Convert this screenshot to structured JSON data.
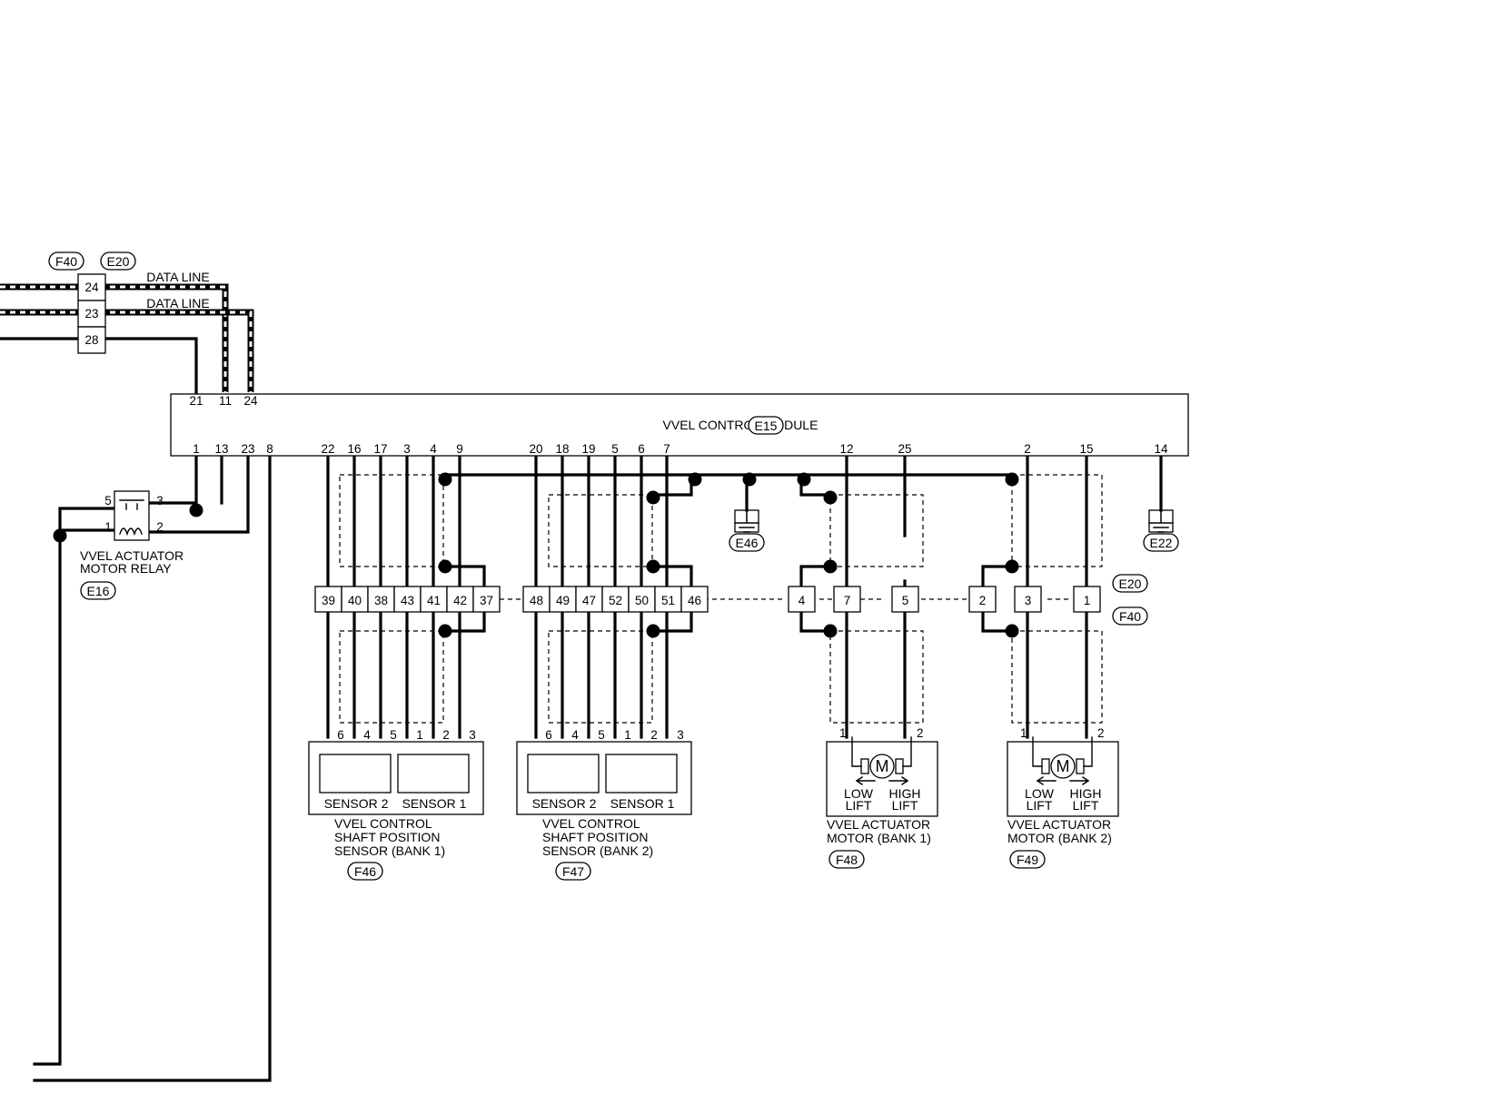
{
  "control_module": {
    "name": "VVEL CONTROL MODULE",
    "connector": "E15",
    "top_pins": [
      "21",
      "11",
      "24"
    ],
    "bottom_pins": [
      "1",
      "13",
      "23",
      "8",
      "22",
      "16",
      "17",
      "3",
      "4",
      "9",
      "20",
      "18",
      "19",
      "5",
      "6",
      "7",
      "12",
      "25",
      "2",
      "15",
      "14"
    ]
  },
  "upper_connector": {
    "badges": [
      "F40",
      "E20"
    ],
    "pins": [
      "24",
      "23",
      "28"
    ],
    "line_labels": [
      "DATA LINE",
      "DATA LINE"
    ]
  },
  "relay": {
    "pins": [
      "5",
      "3",
      "1",
      "2"
    ],
    "name_lines": [
      "VVEL ACTUATOR",
      "MOTOR RELAY"
    ],
    "connector": "E16"
  },
  "grounds": [
    {
      "connector": "E46"
    },
    {
      "connector": "E22"
    }
  ],
  "harness": {
    "connector_top": "E20",
    "connector_bottom": "F40",
    "bank1_pins": [
      "39",
      "40",
      "38",
      "43",
      "41",
      "42",
      "37"
    ],
    "bank2_pins": [
      "48",
      "49",
      "47",
      "52",
      "50",
      "51",
      "46"
    ],
    "motor1_pins": [
      "4",
      "7",
      "5"
    ],
    "motor2_pins": [
      "2",
      "3",
      "1"
    ]
  },
  "sensor_bank1": {
    "pins": [
      "6",
      "4",
      "5",
      "1",
      "2",
      "3"
    ],
    "sensor_a": "SENSOR 2",
    "sensor_b": "SENSOR 1",
    "name_lines": [
      "VVEL CONTROL",
      "SHAFT POSITION",
      "SENSOR (BANK 1)"
    ],
    "connector": "F46"
  },
  "sensor_bank2": {
    "pins": [
      "6",
      "4",
      "5",
      "1",
      "2",
      "3"
    ],
    "sensor_a": "SENSOR 2",
    "sensor_b": "SENSOR 1",
    "name_lines": [
      "VVEL CONTROL",
      "SHAFT POSITION",
      "SENSOR (BANK 2)"
    ],
    "connector": "F47"
  },
  "motor_bank1": {
    "pins": [
      "1",
      "2"
    ],
    "symbol": "M",
    "low_lines": [
      "LOW",
      "LIFT"
    ],
    "high_lines": [
      "HIGH",
      "LIFT"
    ],
    "name_lines": [
      "VVEL ACTUATOR",
      "MOTOR (BANK 1)"
    ],
    "connector": "F48"
  },
  "motor_bank2": {
    "pins": [
      "1",
      "2"
    ],
    "symbol": "M",
    "low_lines": [
      "LOW",
      "LIFT"
    ],
    "high_lines": [
      "HIGH",
      "LIFT"
    ],
    "name_lines": [
      "VVEL ACTUATOR",
      "MOTOR (BANK 2)"
    ],
    "connector": "F49"
  }
}
